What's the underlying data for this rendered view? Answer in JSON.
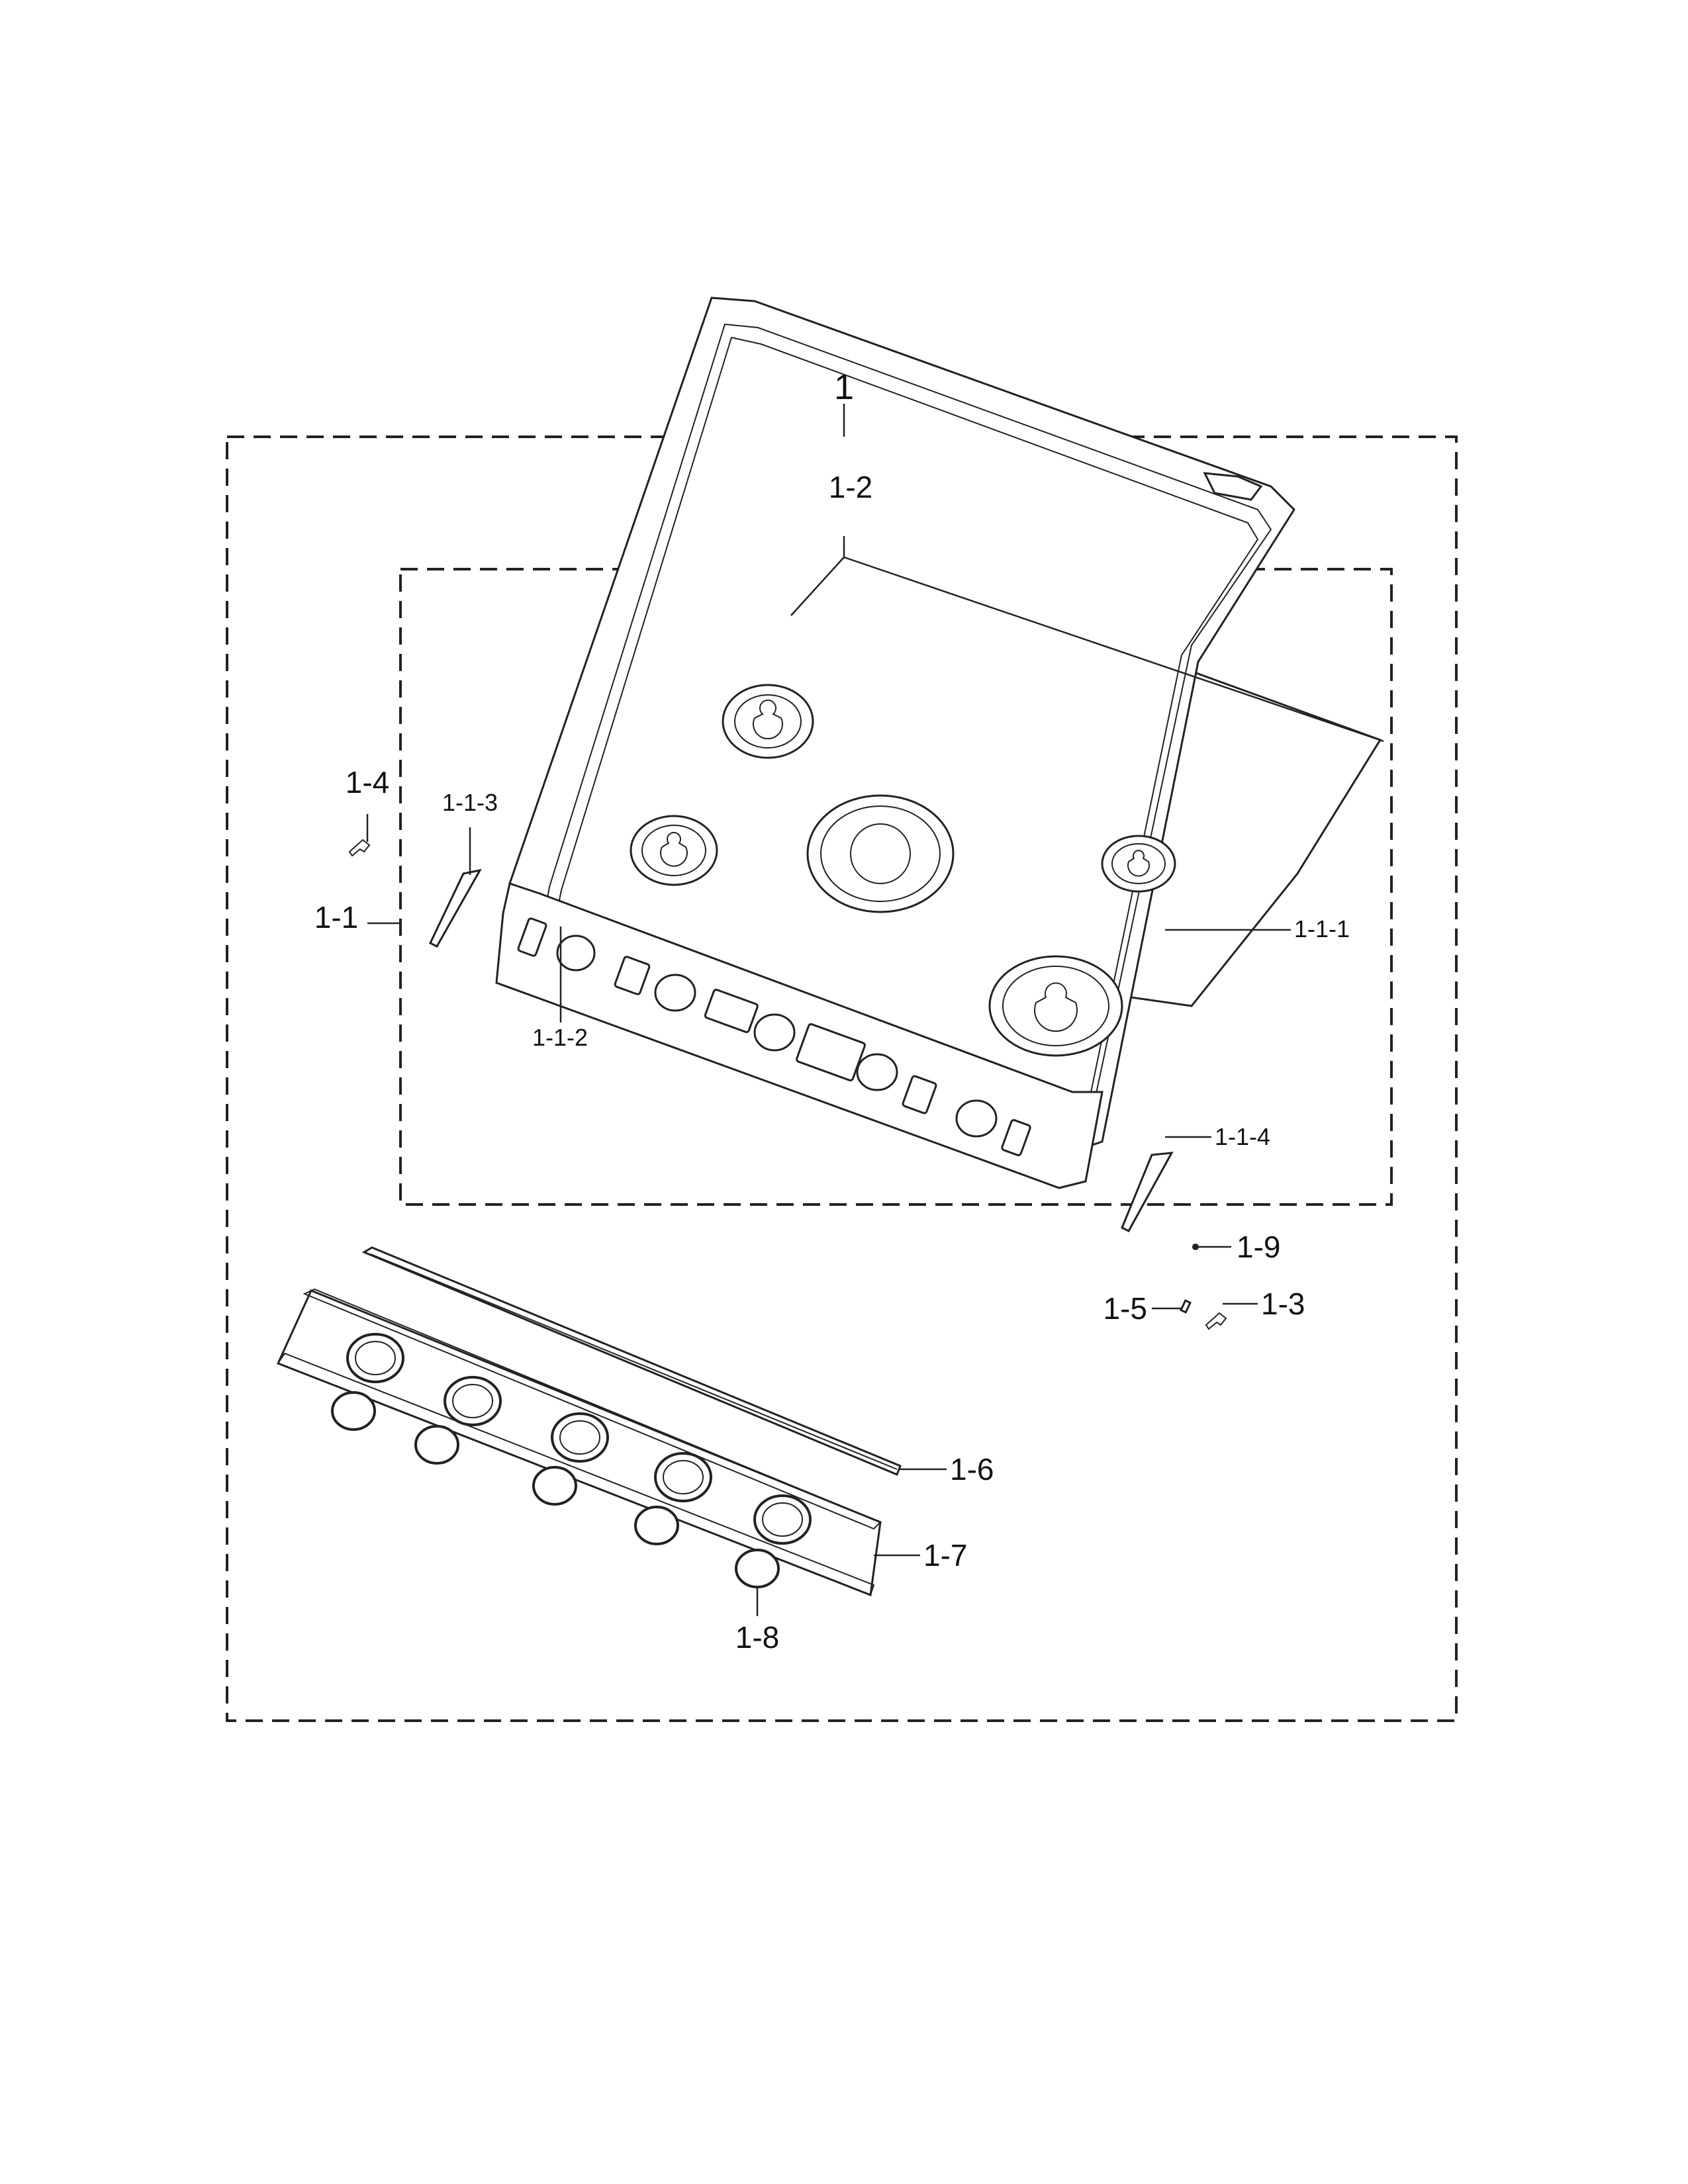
{
  "callouts": {
    "c_1": "1",
    "c_1_2": "1-2",
    "c_1_4": "1-4",
    "c_1_1_3": "1-1-3",
    "c_1_1": "1-1",
    "c_1_1_1": "1-1-1",
    "c_1_1_2": "1-1-2",
    "c_1_1_4": "1-1-4",
    "c_1_9": "1-9",
    "c_1_5": "1-5",
    "c_1_3": "1-3",
    "c_1_6": "1-6",
    "c_1_7": "1-7",
    "c_1_8": "1-8"
  }
}
